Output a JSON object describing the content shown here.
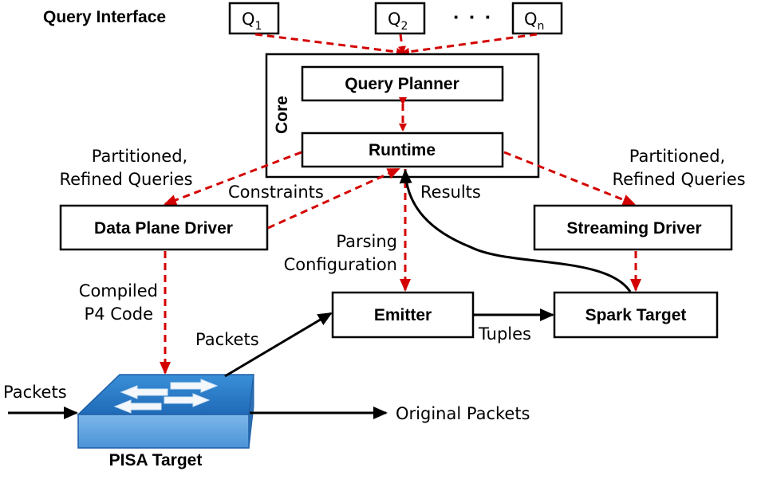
{
  "query_interface_label": "Query Interface",
  "queries": [
    {
      "main": "Q",
      "sub": "1"
    },
    {
      "main": "Q",
      "sub": "2"
    },
    {
      "main": "Q",
      "sub": "n"
    }
  ],
  "ellipsis": "· · ·",
  "core_label": "Core",
  "query_planner": "Query Planner",
  "runtime": "Runtime",
  "left_partitioned": [
    "Partitioned,",
    "Refined Queries"
  ],
  "right_partitioned": [
    "Partitioned,",
    "Refined Queries"
  ],
  "constraints": "Constraints",
  "results": "Results",
  "data_plane_driver": "Data Plane Driver",
  "streaming_driver": "Streaming Driver",
  "parsing_config": [
    "Parsing",
    "Configuration"
  ],
  "compiled_code": [
    "Compiled",
    "P4 Code"
  ],
  "emitter": "Emitter",
  "spark_target": "Spark Target",
  "tuples": "Tuples",
  "packets_to_emitter": "Packets",
  "packets_in": "Packets",
  "original_packets": "Original Packets",
  "pisa_target": "PISA Target",
  "colors": {
    "dashed_arrow": "#d40000",
    "switch_top": "#2f7fc8",
    "switch_side": "#6aa9e0"
  }
}
